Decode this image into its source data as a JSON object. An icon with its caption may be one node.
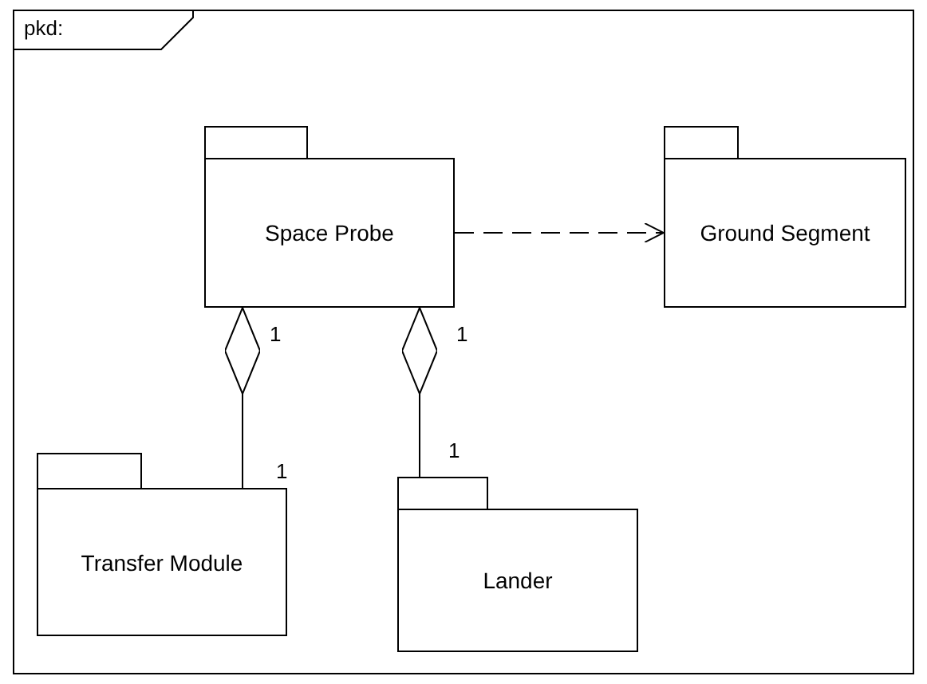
{
  "diagram": {
    "nodes": [
      {
        "text": [
          "pkd:"
        ]
      },
      {
        "text": [
          "Space Probe"
        ],
        "in": 0
      },
      {
        "text": [
          "Ground Segment"
        ],
        "in": 0
      },
      {
        "text": [
          "Transfer Module"
        ],
        "in": 0
      },
      {
        "text": [
          "Lander"
        ],
        "in": 0
      }
    ],
    "edges": [
      {
        "from": 1,
        "to": 2,
        "arrow": "to",
        "style": "dashed"
      },
      {
        "from": 1,
        "to": 3,
        "arrow": "other"
      },
      {
        "from": 1,
        "to": 4,
        "arrow": "other"
      }
    ],
    "labels": [
      "1",
      "1",
      "1",
      "1"
    ]
  }
}
